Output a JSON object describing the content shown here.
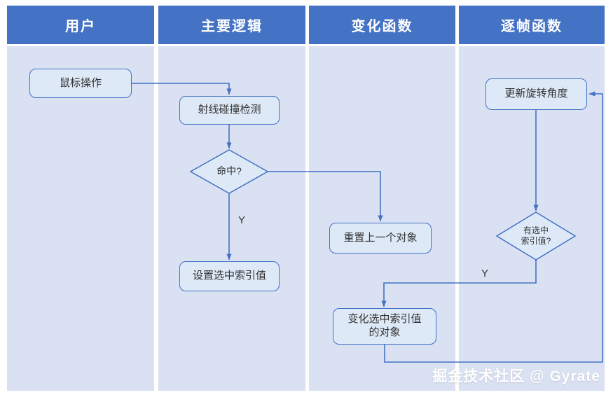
{
  "lanes": [
    {
      "title": "用户"
    },
    {
      "title": "主要逻辑"
    },
    {
      "title": "变化函数"
    },
    {
      "title": "逐帧函数"
    }
  ],
  "nodes": {
    "mouse_operation": "鼠标操作",
    "raycast_detection": "射线碰撞检测",
    "hit_decision": "命中?",
    "set_selected_index": "设置选中索引值",
    "reset_previous_object": "重置上一个对象",
    "change_selected_object": "变化选中索引值的对象",
    "update_rotation": "更新旋转角度",
    "has_selected_index_decision": "有选中索引值?"
  },
  "edge_labels": {
    "hit_yes": "Y",
    "has_index_yes": "Y"
  },
  "watermark": "掘金技术社区 @ Gyrate",
  "colors": {
    "header_bg": "#4472C4",
    "lane_bg": "#D9E1F2",
    "node_fill": "#DEE9F7",
    "node_border": "#4472C4",
    "arrow": "#4472C4"
  }
}
